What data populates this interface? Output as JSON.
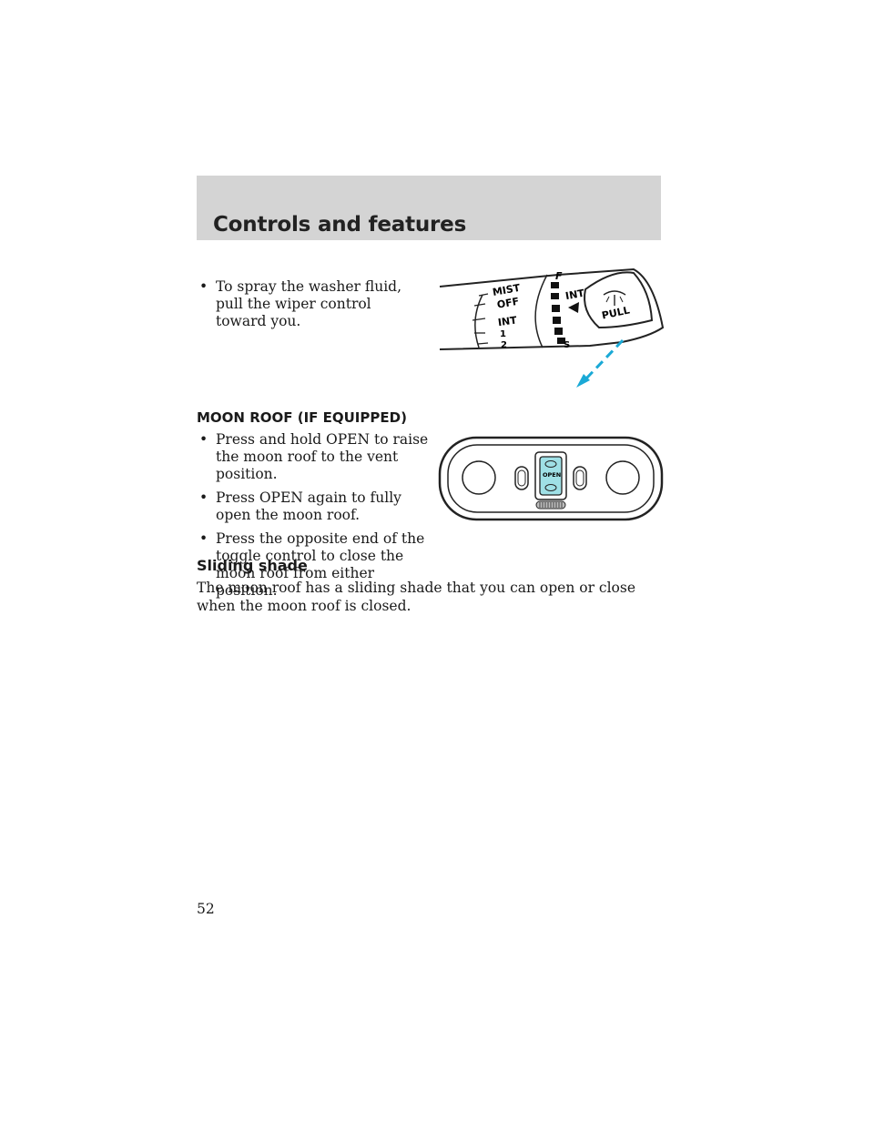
{
  "header": {
    "title": "Controls and features"
  },
  "wiper": {
    "bullets": [
      "To spray the washer fluid, pull the wiper control toward you."
    ],
    "diagram_labels": {
      "mist": "MIST",
      "off": "OFF",
      "int_left": "INT",
      "one": "1",
      "two": "2",
      "fast": "F",
      "slow": "S",
      "int_right": "INT",
      "pull": "PULL"
    }
  },
  "moon_roof": {
    "heading": "MOON ROOF (IF EQUIPPED)",
    "bullets": [
      "Press and hold OPEN to raise the moon roof to the vent position.",
      "Press OPEN again to fully open the moon roof.",
      "Press the opposite end of the toggle control to close the moon roof from either position."
    ],
    "diagram_labels": {
      "open": "OPEN"
    }
  },
  "sliding_shade": {
    "heading": "Sliding shade",
    "text": "The moon roof has a sliding shade that you can open or close when the moon roof is closed."
  },
  "page_number": "52",
  "colors": {
    "header_bg": "#d4d4d4",
    "accent_arrow": "#1aa9d6",
    "open_button": "#9fe0e6"
  }
}
